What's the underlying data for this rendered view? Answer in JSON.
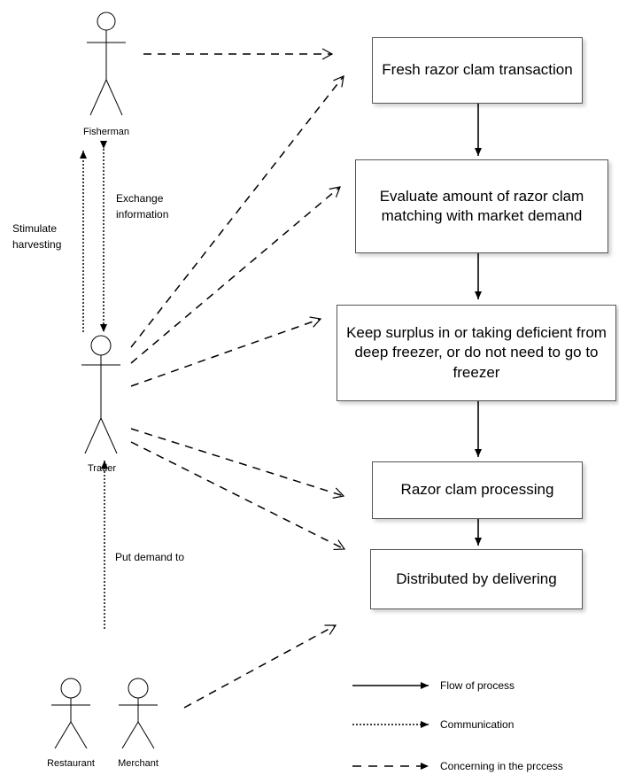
{
  "process_steps": [
    {
      "text": "Fresh razor clam transaction"
    },
    {
      "text": "Evaluate amount of razor clam matching with market demand"
    },
    {
      "text": "Keep surplus in or taking  deficient from deep freezer, or do not need to go to freezer"
    },
    {
      "text": "Razor clam processing"
    },
    {
      "text": "Distributed by delivering"
    }
  ],
  "actors": {
    "fisherman": "Fisherman",
    "trader": "Trader",
    "restaurant": "Restaurant",
    "merchant": "Merchant"
  },
  "communication_labels": {
    "stimulate": "Stimulate harvesting",
    "exchange": "Exchange information",
    "demand": "Put demand to"
  },
  "legend": [
    {
      "text": "Flow of process",
      "style": "solid"
    },
    {
      "text": "Communication",
      "style": "dotted"
    },
    {
      "text": "Concerning in the prccess",
      "style": "dashed"
    }
  ]
}
